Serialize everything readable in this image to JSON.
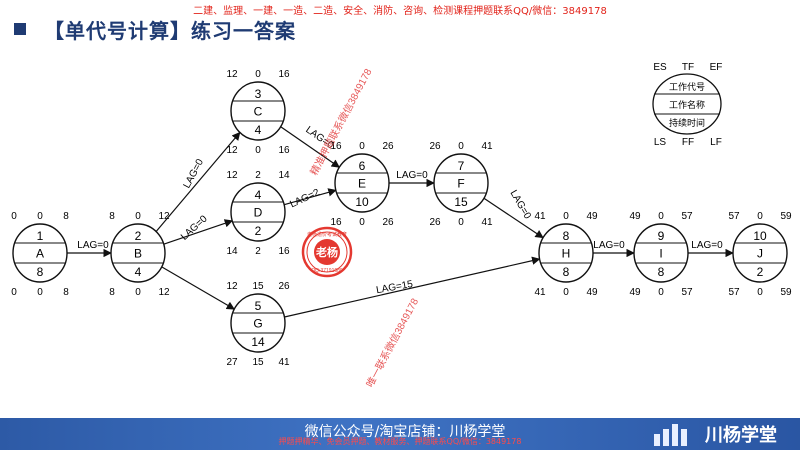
{
  "header": {
    "banner": "二建、监理、一建、一造、二造、安全、消防、咨询、检测课程押题联系QQ/微信：3849178",
    "title": "【单代号计算】练习一答案"
  },
  "nodes": [
    {
      "id": "A",
      "num": "1",
      "dur": "8",
      "es": "0",
      "tf": "0",
      "ef": "8",
      "ls": "0",
      "ff": "0",
      "lf": "8"
    },
    {
      "id": "B",
      "num": "2",
      "dur": "4",
      "es": "8",
      "tf": "0",
      "ef": "12",
      "ls": "8",
      "ff": "0",
      "lf": "12"
    },
    {
      "id": "C",
      "num": "3",
      "dur": "4",
      "es": "12",
      "tf": "0",
      "ef": "16",
      "ls": "12",
      "ff": "0",
      "lf": "16"
    },
    {
      "id": "D",
      "num": "4",
      "dur": "2",
      "es": "12",
      "tf": "2",
      "ef": "14",
      "ls": "14",
      "ff": "2",
      "lf": "16"
    },
    {
      "id": "G",
      "num": "5",
      "dur": "14",
      "es": "12",
      "tf": "15",
      "ef": "26",
      "ls": "27",
      "ff": "15",
      "lf": "41"
    },
    {
      "id": "E",
      "num": "6",
      "dur": "10",
      "es": "16",
      "tf": "0",
      "ef": "26",
      "ls": "16",
      "ff": "0",
      "lf": "26"
    },
    {
      "id": "F",
      "num": "7",
      "dur": "15",
      "es": "26",
      "tf": "0",
      "ef": "41",
      "ls": "26",
      "ff": "0",
      "lf": "41"
    },
    {
      "id": "H",
      "num": "8",
      "dur": "8",
      "es": "41",
      "tf": "0",
      "ef": "49",
      "ls": "41",
      "ff": "0",
      "lf": "49"
    },
    {
      "id": "I",
      "num": "9",
      "dur": "8",
      "es": "49",
      "tf": "0",
      "ef": "57",
      "ls": "49",
      "ff": "0",
      "lf": "57"
    },
    {
      "id": "J",
      "num": "10",
      "dur": "2",
      "es": "57",
      "tf": "0",
      "ef": "59",
      "ls": "57",
      "ff": "0",
      "lf": "59"
    }
  ],
  "edges": [
    {
      "from": "A",
      "to": "B",
      "label": "LAG=0"
    },
    {
      "from": "B",
      "to": "C",
      "label": "LAG=0"
    },
    {
      "from": "B",
      "to": "D",
      "label": "LAG=0"
    },
    {
      "from": "B",
      "to": "G",
      "label": ""
    },
    {
      "from": "C",
      "to": "E",
      "label": "LAG=0"
    },
    {
      "from": "D",
      "to": "E",
      "label": "LAG=2"
    },
    {
      "from": "E",
      "to": "F",
      "label": "LAG=0"
    },
    {
      "from": "F",
      "to": "H",
      "label": "LAG=0"
    },
    {
      "from": "G",
      "to": "H",
      "label": "LAG=15"
    },
    {
      "from": "H",
      "to": "I",
      "label": "LAG=0"
    },
    {
      "from": "I",
      "to": "J",
      "label": "LAG=0"
    }
  ],
  "legend": {
    "es": "ES",
    "tf": "TF",
    "ef": "EF",
    "ls": "LS",
    "ff": "FF",
    "lf": "LF",
    "code": "工作代号",
    "name": "工作名称",
    "duration": "持续时间"
  },
  "watermarks": {
    "stamp_outer": "老杨造价考试教育",
    "stamp_center": "老杨",
    "stamp_number": "QQ:37191689",
    "diag1": "精准押题联系微信3849178",
    "diag2": "唯一联系微信3849178"
  },
  "footer": {
    "center": "微信公众号/淘宝店铺：川杨学堂",
    "red": "押题押精华、免会员押题、教材服务、押题联系QQ/微信：3849178",
    "brand": "川杨学堂"
  },
  "colors": {
    "title": "#1f3b73",
    "banner": "#e2231a",
    "stamp": "#e2231a",
    "footer": "#2d5aa6",
    "watermark": "#e23a3a"
  }
}
